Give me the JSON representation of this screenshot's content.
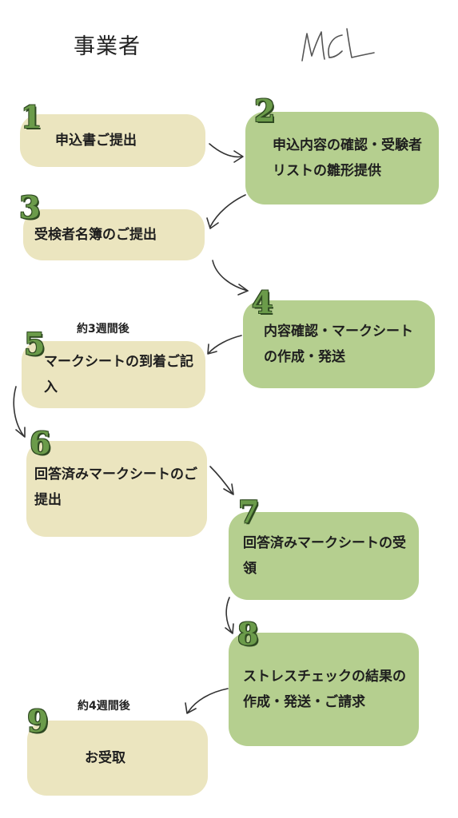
{
  "columns": {
    "left_label": "事業者",
    "right_label": "mCL"
  },
  "steps": [
    {
      "number": "1",
      "text": "申込書ご提出",
      "side": "left"
    },
    {
      "number": "2",
      "text": "申込内容の確認・受験者リストの雛形提供",
      "side": "right"
    },
    {
      "number": "3",
      "text": "受検者名簿のご提出",
      "side": "left"
    },
    {
      "number": "4",
      "text": "内容確認・マークシートの作成・発送",
      "side": "right"
    },
    {
      "number": "5",
      "text": "マークシートの到着ご記入",
      "side": "left",
      "note": "約3週間後"
    },
    {
      "number": "6",
      "text": "回答済みマークシートのご提出",
      "side": "left"
    },
    {
      "number": "7",
      "text": "回答済みマークシートの受領",
      "side": "right"
    },
    {
      "number": "8",
      "text": "ストレスチェックの結果の作成・発送・ご請求",
      "side": "right"
    },
    {
      "number": "9",
      "text": "お受取",
      "side": "left",
      "note": "約4週間後"
    }
  ],
  "colors": {
    "company_box": "#ebe5bf",
    "mcl_box": "#b5cf8f",
    "step_number": "#6b9b4a"
  }
}
